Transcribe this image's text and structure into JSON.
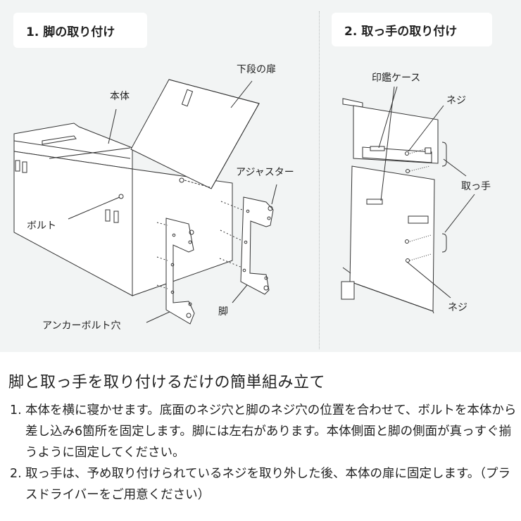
{
  "panel": {
    "section1": {
      "title": "1. 脚の取り付け",
      "labels": {
        "lower_door": "下段の扉",
        "body": "本体",
        "adjuster": "アジャスター",
        "bolt": "ボルト",
        "leg": "脚",
        "anchor_bolt_hole": "アンカーボルト穴"
      }
    },
    "section2": {
      "title": "2. 取っ手の取り付け",
      "labels": {
        "seal_case": "印鑑ケース",
        "screw_top": "ネジ",
        "handle": "取っ手",
        "screw_bottom": "ネジ"
      }
    }
  },
  "description": {
    "heading": "脚と取っ手を取り付けるだけの簡単組み立て",
    "steps": [
      {
        "num": "1.",
        "text": "本体を横に寝かせます。底面のネジ穴と脚のネジ穴の位置を合わせて、ボルトを本体から差し込み6箇所を固定します。脚には左右があります。本体側面と脚の側面が真っすぐ揃うように固定してください。"
      },
      {
        "num": "2.",
        "text": "取っ手は、予め取り付けられているネジを取り外した後、本体の扉に固定します。（プラスドライバーをご用意ください）"
      }
    ]
  }
}
